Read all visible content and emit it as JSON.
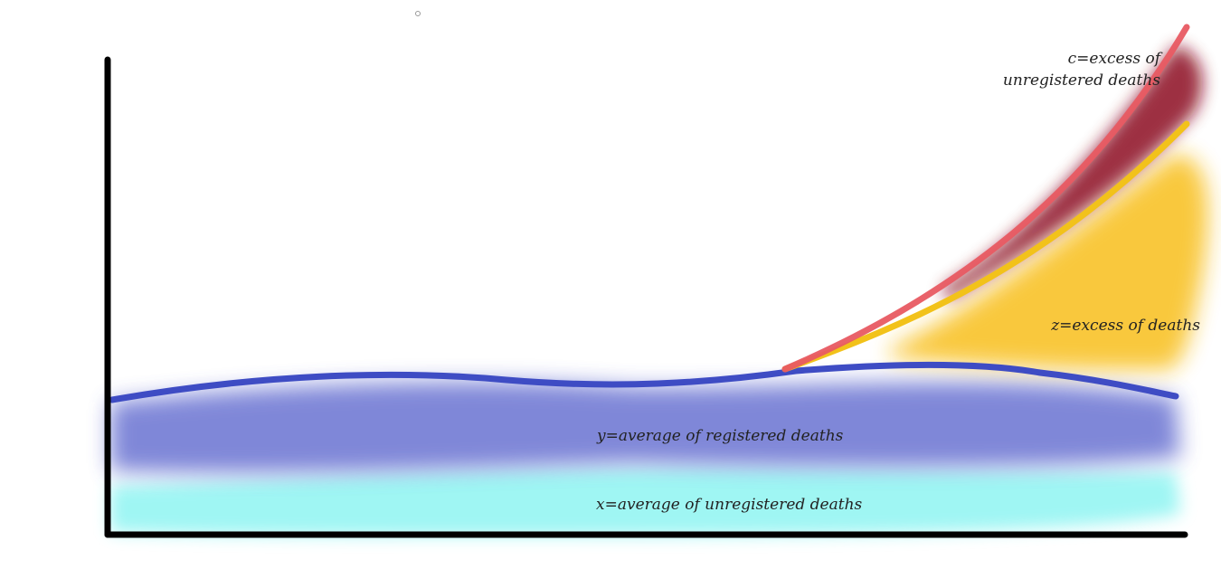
{
  "labels": {
    "c_line1": "c=excess of",
    "c_line2": "unregistered deaths",
    "z": "z=excess of deaths",
    "y": "y=average of registered deaths",
    "x": "x=average of unregistered deaths"
  },
  "colors": {
    "axis": "#000000",
    "registered_band": "#4a55c8",
    "registered_curve": "#3e4cc4",
    "unregistered_band": "#7ff3f0",
    "excess_band": "#f8bf1a",
    "excess_curve": "#f2c21a",
    "unregistered_excess_band": "#8c1024",
    "unregistered_excess_curve": "#e85a62"
  }
}
